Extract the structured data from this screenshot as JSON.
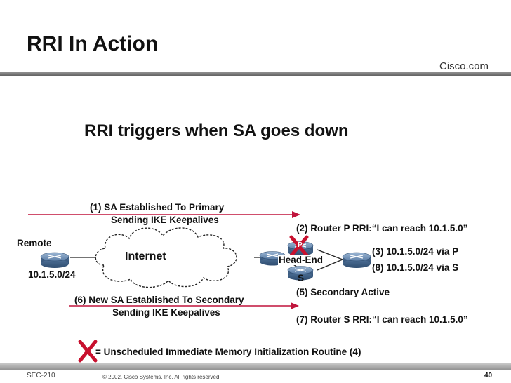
{
  "slide": {
    "title": "RRI In Action",
    "brand": "Cisco.com",
    "subtitle": "RRI triggers when SA goes down",
    "footer_left": "SEC-210",
    "footer_copyright": "© 2002, Cisco Systems, Inc. All rights reserved.",
    "page_number": "40"
  },
  "diagram": {
    "remote_label": "Remote",
    "remote_subnet": "10.1.5.0/24",
    "internet_label": "Internet",
    "headend_label": "Head-End",
    "p_label": "P",
    "s_label": "S",
    "step1_line1": "(1)   SA Established To Primary",
    "step1_line2": "Sending IKE Keepalives",
    "step2": "(2) Router P RRI:“I can reach 10.1.5.0”",
    "step3": "(3) 10.1.5.0/24 via P",
    "step8": "(8) 10.1.5.0/24 via S",
    "step5": "(5) Secondary Active",
    "step6_line1": "(6) New SA Established To Secondary",
    "step6_line2": "Sending IKE Keepalives",
    "step7": "(7) Router S RRI:“I can reach 10.1.5.0”",
    "legend_text": "= Unscheduled Immediate Memory Initialization Routine (4)"
  },
  "colors": {
    "arrow": "#c0143c",
    "x_mark": "#c8102e",
    "router_top": "#6f8fb3",
    "router_side": "#3e5f85"
  },
  "icons": [
    "router-icon",
    "cloud-icon",
    "x-mark-icon"
  ]
}
